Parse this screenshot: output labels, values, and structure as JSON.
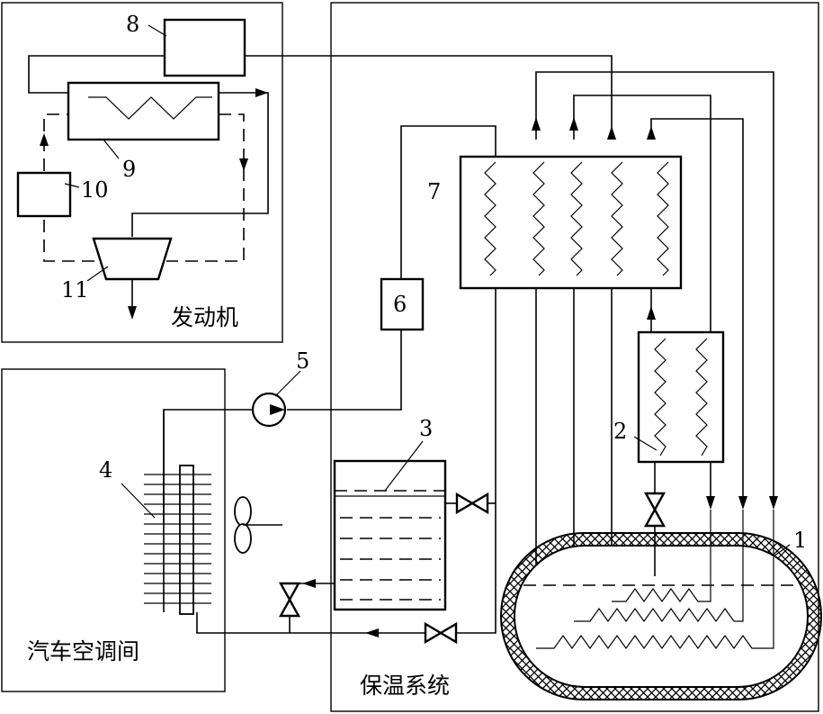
{
  "regions": {
    "engine": "发动机",
    "cabin": "汽车空调间",
    "insulation": "保温系统"
  },
  "labels": {
    "c1": "1",
    "c2": "2",
    "c3": "3",
    "c4": "4",
    "c5": "5",
    "c6": "6",
    "c7": "7",
    "c8": "8",
    "c9": "9",
    "c10": "10",
    "c11": "11"
  }
}
